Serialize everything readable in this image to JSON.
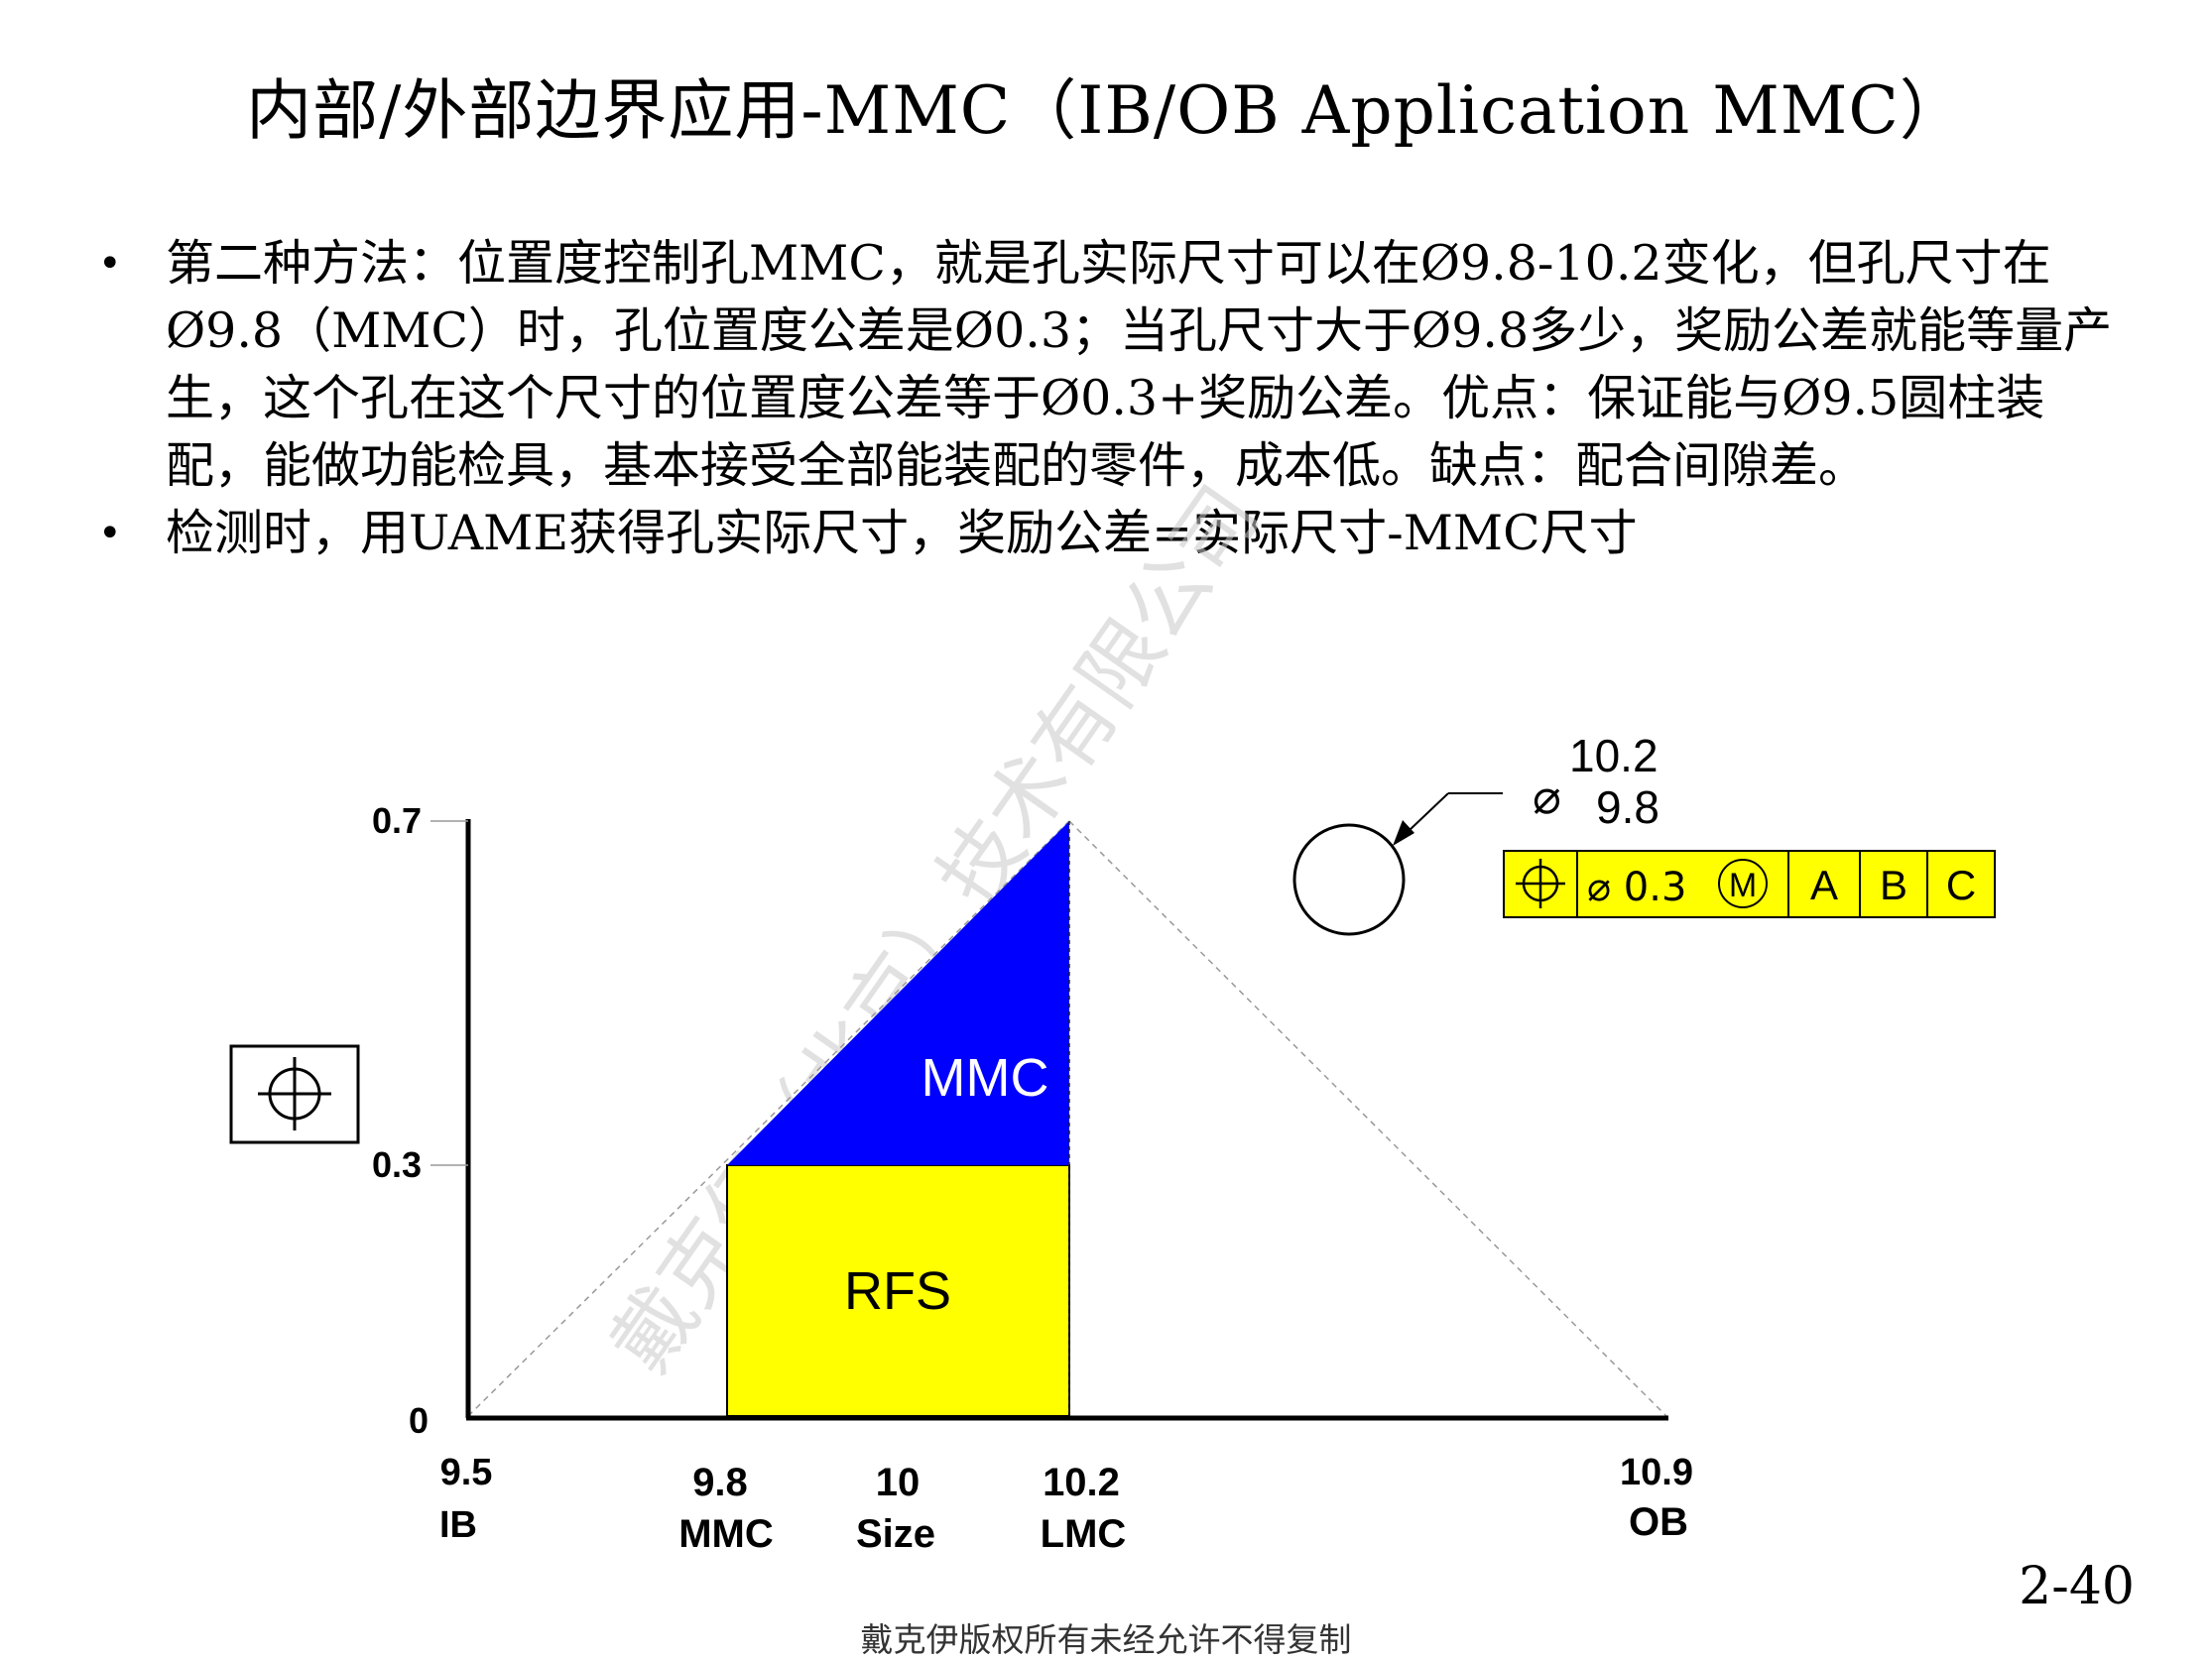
{
  "title": "内部/外部边界应用-MMC（IB/OB Application MMC）",
  "bullets": [
    "第二种方法：位置度控制孔MMC，就是孔实际尺寸可以在Ø9.8-10.2变化，但孔尺寸在Ø9.8（MMC）时，孔位置度公差是Ø0.3；当孔尺寸大于Ø9.8多少，奖励公差就能等量产生，这个孔在这个尺寸的位置度公差等于Ø0.3+奖励公差。优点：保证能与Ø9.5圆柱装配，能做功能检具，基本接受全部能装配的零件，成本低。缺点：配合间隙差。",
    "检测时，用UAME获得孔实际尺寸，奖励公差=实际尺寸-MMC尺寸"
  ],
  "diagram": {
    "y_ticks": [
      "0",
      "0.3",
      "0.7"
    ],
    "x_values": [
      "9.5",
      "9.8",
      "10",
      "10.2",
      "10.9"
    ],
    "x_names": [
      "IB",
      "MMC",
      "Size",
      "LMC",
      "OB"
    ],
    "regions": {
      "rfs": "RFS",
      "mmc": "MMC"
    },
    "colors": {
      "rfs": "#ffff00",
      "mmc": "#0000ff",
      "axis": "#000000"
    },
    "position_symbol": "position-icon"
  },
  "callout": {
    "diameter_symbol": "⌀",
    "upper": "10.2",
    "lower": "9.8",
    "frame": {
      "tolerance": "⌀ 0.3",
      "modifier": "M",
      "datums": [
        "A",
        "B",
        "C"
      ]
    }
  },
  "watermark": "戴克伊（北京）技术有限公司",
  "page_number": "2-40",
  "footer": "戴克伊版权所有未经允许不得复制"
}
